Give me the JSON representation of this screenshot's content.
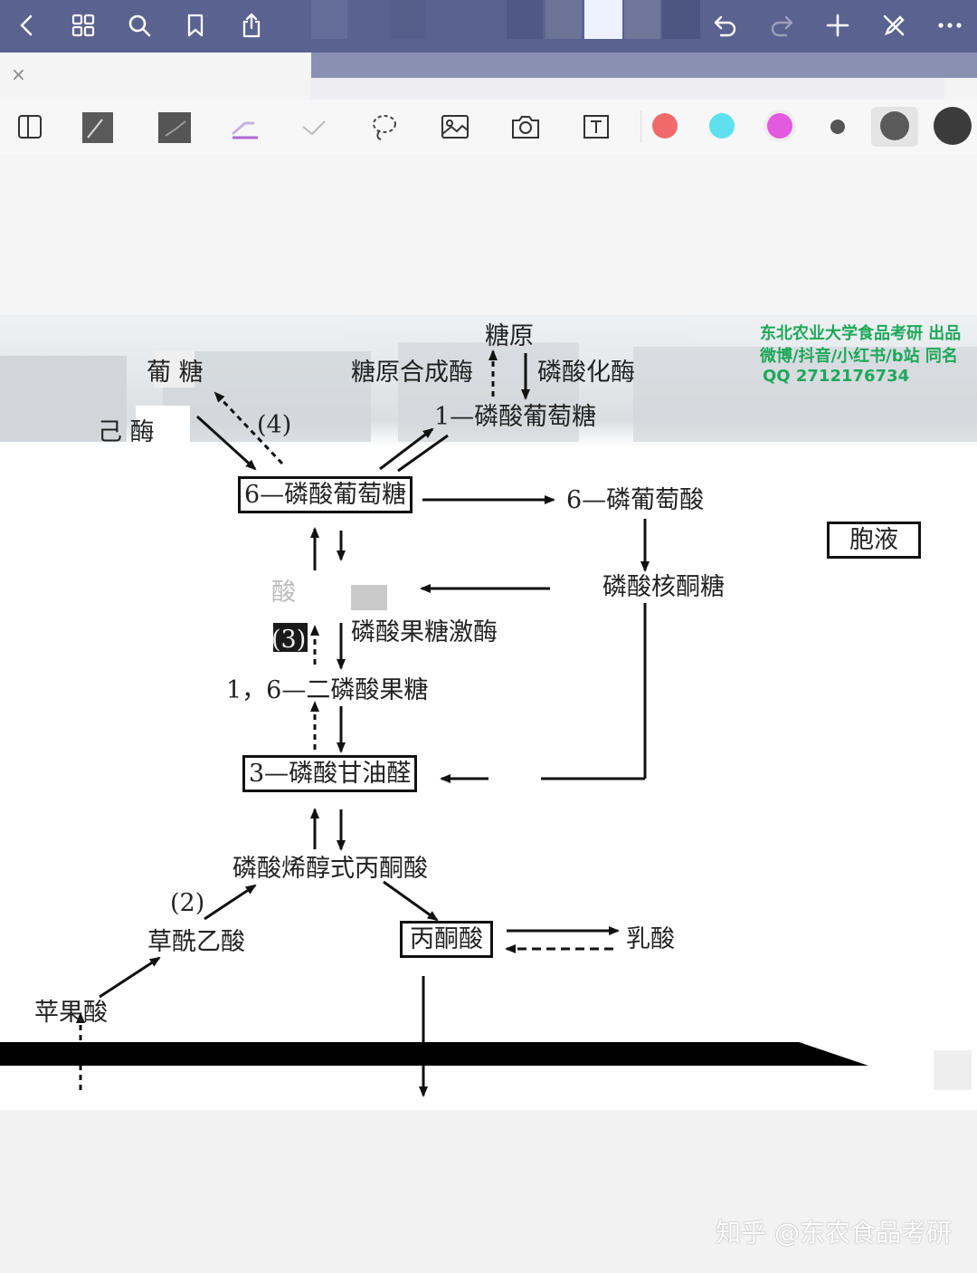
{
  "toolbar_top": {
    "icons": [
      "back-chevron-icon",
      "grid-icon",
      "search-icon",
      "bookmark-icon",
      "share-icon",
      "undo-icon",
      "redo-icon",
      "plus-icon",
      "pen-off-icon",
      "more-icon"
    ]
  },
  "tabbar": {
    "close_label": "×"
  },
  "tools": {
    "items": [
      "page-layout-icon",
      "pen-tool-icon",
      "highlighter-tool-icon",
      "eraser-tool-icon",
      "eraser-alt-icon",
      "lasso-icon",
      "image-icon",
      "camera-icon",
      "text-box-icon"
    ],
    "colors": [
      "#f06a6a",
      "#5ee0ee",
      "#e25ae0"
    ]
  },
  "diagram": {
    "glycogen": "糖原",
    "glycogen_synthase": "糖原合成酶",
    "phosphorylase": "磷酸化酶",
    "g1p": "1—磷酸葡萄糖",
    "glucose_partial": "葡   糖",
    "hexokinase_partial": "己     酶",
    "label_4": "(4)",
    "g6p": "6—磷酸葡萄糖",
    "gluconate6p": "6—磷葡萄酸",
    "cytosol": "胞液",
    "ribulose5p": "磷酸核酮糖",
    "f6p_partial": "     酸",
    "label_3": "(3)",
    "pfk": "磷酸果糖激酶",
    "fbp": "1，6—二磷酸果糖",
    "g3p": "3—磷酸甘油醛",
    "pep": "磷酸烯醇式丙酮酸",
    "label_2": "(2)",
    "oxaloacetate": "草酰乙酸",
    "pyruvate": "丙酮酸",
    "lactate": "乳酸",
    "malate": "苹果酸"
  },
  "watermark": {
    "line1": "东北农业大学食品考研 出品",
    "line2": "微博/抖音/小红书/b站   同名",
    "line3": "QQ 2712176734"
  },
  "footer": {
    "text": "知乎 @东农食品考研"
  }
}
